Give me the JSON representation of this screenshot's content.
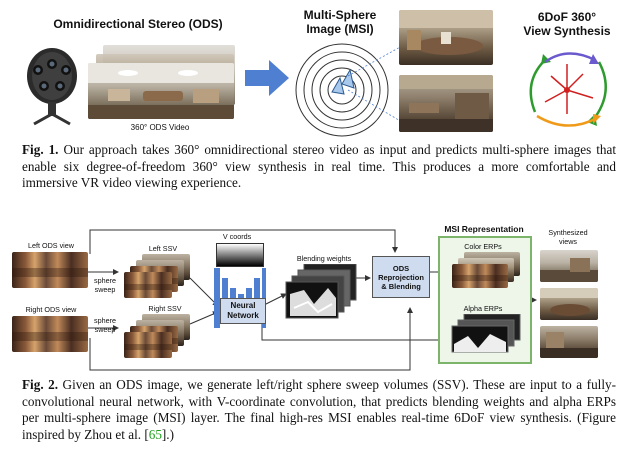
{
  "fig1": {
    "ods_title": "Omnidirectional Stereo (ODS)",
    "ods_video_label": "360° ODS Video",
    "msi_title_line1": "Multi-Sphere",
    "msi_title_line2": "Image (MSI)",
    "synth_title_line1": "6DoF 360°",
    "synth_title_line2": "View Synthesis",
    "caption_label": "Fig. 1.",
    "caption_text": " Our approach takes 360° omnidirectional stereo video as input and predicts multi-sphere images that enable six degree-of-freedom 360° view synthesis in real time. This produces a more comfortable and immersive VR video viewing experience."
  },
  "fig2": {
    "left_ods": "Left ODS view",
    "right_ods": "Right ODS view",
    "sphere_sweep_1": "sphere",
    "sphere_sweep_2": "sweep",
    "left_ssv": "Left SSV",
    "right_ssv": "Right SSV",
    "v_coords": "V coords",
    "neural_network_line1": "Neural",
    "neural_network_line2": "Network",
    "blending_weights": "Blending weights",
    "reproj_line1": "ODS",
    "reproj_line2": "Reprojection",
    "reproj_line3": "& Blending",
    "msi_rep": "MSI Representation",
    "color_erps": "Color ERPs",
    "alpha_erps": "Alpha ERPs",
    "synth_line1": "Synthesized",
    "synth_line2": "views",
    "caption_label": "Fig. 2.",
    "caption_text_a": " Given an ODS image, we generate left/right sphere sweep volumes (SSV). These are input to a fully-convolutional neural network, with V-coordinate convolution, that predicts blending weights and alpha ERPs per multi-sphere image (MSI) layer. The final high-res MSI enables real-time 6DoF view synthesis. (Figure inspired by Zhou et al. [",
    "caption_cite": "65",
    "caption_text_b": "].)"
  },
  "colors": {
    "arrow_blue": "#4f7fd0",
    "msi_green": "#7bb46a",
    "box_blue": "#cfdcf0",
    "cite_green": "#1fa01f"
  },
  "icons": [
    "ods-camera-icon",
    "right-arrow-icon",
    "concentric-spheres-icon",
    "6dof-axes-icon"
  ]
}
